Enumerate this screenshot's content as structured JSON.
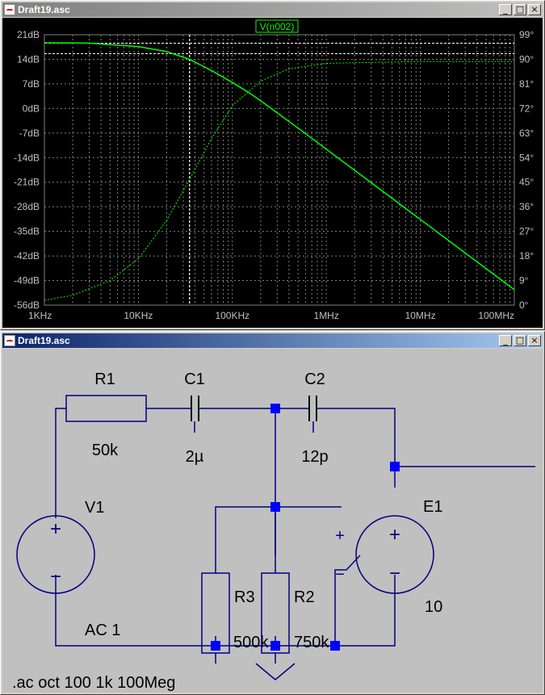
{
  "plot_window": {
    "title": "Draft19.asc",
    "trace_label": "V(n002)",
    "buttons": {
      "minimize": "_",
      "maximize": "□",
      "close": "×"
    },
    "colors": {
      "background": "#000000",
      "trace": "#00ff00",
      "grid": "#808080",
      "axis_text": "#c0c0c0"
    }
  },
  "chart_data": {
    "type": "line",
    "x_scale": "log",
    "x_ticks": [
      "1KHz",
      "10KHz",
      "100KHz",
      "1MHz",
      "10MHz",
      "100MHz"
    ],
    "x_range_hz": [
      1000,
      100000000
    ],
    "y_left_ticks": [
      "21dB",
      "14dB",
      "7dB",
      "0dB",
      "-7dB",
      "-14dB",
      "-21dB",
      "-28dB",
      "-35dB",
      "-42dB",
      "-49dB",
      "-56dB"
    ],
    "y_left_range_db": [
      -56,
      21
    ],
    "y_right_ticks": [
      "99°",
      "90°",
      "81°",
      "72°",
      "63°",
      "54°",
      "45°",
      "36°",
      "27°",
      "18°",
      "9°",
      "0°"
    ],
    "y_right_range_deg": [
      0,
      99
    ],
    "grid": true,
    "series": [
      {
        "name": "V(n002)",
        "style": "solid",
        "axis": "left",
        "x": [
          1000,
          3000,
          10000,
          20000,
          35000,
          60000,
          100000,
          150000,
          200000,
          500000,
          1000000,
          10000000,
          100000000
        ],
        "y": [
          18.7,
          18.6,
          17.6,
          16.2,
          14,
          10.8,
          7.4,
          4.5,
          2.2,
          -5.6,
          -11.6,
          -31.6,
          -51.6
        ]
      },
      {
        "name": "V(n002)",
        "style": "dashed",
        "axis": "right",
        "x": [
          1000,
          2000,
          5000,
          10000,
          20000,
          35000,
          60000,
          100000,
          200000,
          400000,
          1000000,
          10000000,
          100000000
        ],
        "y": [
          1.8,
          3.6,
          9,
          17,
          31,
          46,
          61,
          73,
          82,
          86.5,
          88.5,
          89.2,
          89.2
        ]
      }
    ],
    "cursors": [
      {
        "x_hz": 35000,
        "level_db": 18.6
      },
      {
        "x_hz": 35000,
        "level_db": 15.6
      }
    ]
  },
  "schematic_window": {
    "title": "Draft19.asc",
    "buttons": {
      "minimize": "_",
      "maximize": "□",
      "close": "×"
    },
    "components": {
      "r1": {
        "name": "R1",
        "value": "50k"
      },
      "c1": {
        "name": "C1",
        "value": "2µ"
      },
      "c2": {
        "name": "C2",
        "value": "12p"
      },
      "v1": {
        "name": "V1",
        "value": "AC 1"
      },
      "r3": {
        "name": "R3",
        "value": "500k"
      },
      "r2": {
        "name": "R2",
        "value": "750k"
      },
      "e1": {
        "name": "E1",
        "value": "10"
      }
    },
    "pins": {
      "plus": "+",
      "minus": "−"
    },
    "directive": ".ac oct 100 1k 100Meg",
    "colors": {
      "wire": "#000080",
      "junction": "#0000ff",
      "background": "#c0c0c0"
    }
  }
}
